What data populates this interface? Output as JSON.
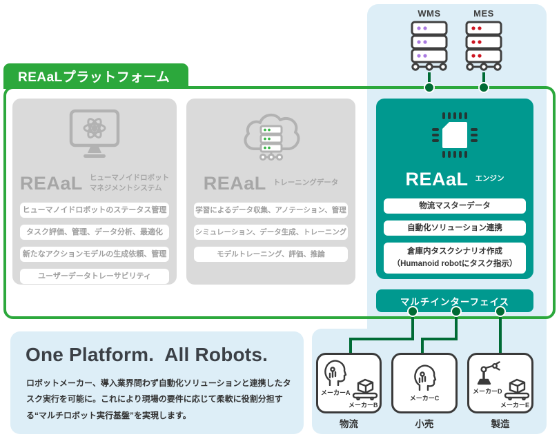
{
  "colors": {
    "platform_green": "#2ca83c",
    "connector_dark_green": "#006b35",
    "engine_teal": "#00998f",
    "background_light_blue": "#ddeef7",
    "panel_gray": "#dadada",
    "wms_dot_purple": "#a97ae0",
    "mes_dot_red": "#cc1420"
  },
  "external_systems": {
    "wms": {
      "label": "WMS",
      "icon": "server-stack-icon"
    },
    "mes": {
      "label": "MES",
      "icon": "server-stack-icon"
    }
  },
  "platform": {
    "banner": "REAaLプラットフォーム",
    "management": {
      "brand": "REAaL",
      "subtitle": "ヒューマノイドロボット\nマネジメントシステム",
      "icon": "monitor-atom-icon",
      "items": [
        "ヒューマノイドロボットのステータス管理",
        "タスク評価、管理、データ分析、最適化",
        "新たなアクションモデルの生成依頼、管理",
        "ユーザーデータトレーサビリティ"
      ]
    },
    "training": {
      "brand": "REAaL",
      "subtitle": "トレーニングデータ",
      "icon": "cloud-server-icon",
      "items": [
        "学習によるデータ収集、アノテーション、管理",
        "シミュレーション、データ生成、トレーニング",
        "モデルトレーニング、評価、推論"
      ]
    },
    "engine": {
      "brand": "REAaL",
      "subtitle": "エンジン",
      "icon": "chip-icon",
      "items": [
        "物流マスターデータ",
        "自動化ソリューション連携",
        "倉庫内タスクシナリオ作成\n（Humanoid robotにタスク指示）"
      ]
    },
    "interface_bar": "マルチインターフェイス"
  },
  "industries": [
    {
      "label": "物流",
      "makers": [
        "メーカーA",
        "メーカーB"
      ],
      "icons": [
        "humanoid-head-icon",
        "amr-robot-icon"
      ]
    },
    {
      "label": "小売",
      "makers": [
        "メーカーC"
      ],
      "icons": [
        "humanoid-head-icon"
      ]
    },
    {
      "label": "製造",
      "makers": [
        "メーカーD",
        "メーカーE"
      ],
      "icons": [
        "robot-arm-icon",
        "amr-robot-icon"
      ]
    }
  ],
  "tagline": {
    "heading": "One Platform.  All Robots.",
    "body": "ロボットメーカー、導入業界問わず自動化ソリューションと連携したタスク実行を可能に。これにより現場の要件に応じて柔軟に役割分担する“マルチロボット実行基盤”を実現します。"
  }
}
